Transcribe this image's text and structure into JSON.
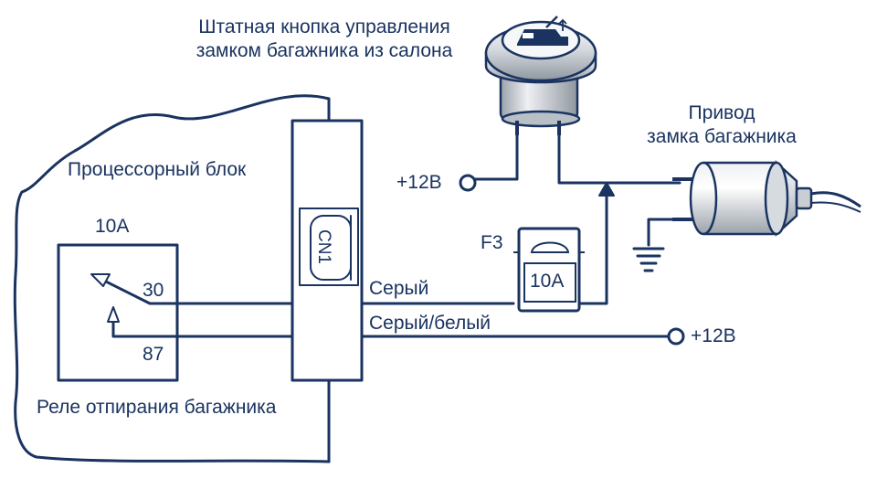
{
  "labels": {
    "button_title_line1": "Штатная кнопка управления",
    "button_title_line2": "замком багажника из салона",
    "actuator_title_line1": "Привод",
    "actuator_title_line2": "замка багажника",
    "processor_block": "Процессорный блок",
    "relay_rating": "10А",
    "pin_30": "30",
    "pin_87": "87",
    "relay_name": "Реле отпирания багажника",
    "connector": "CN1",
    "fuse_name": "F3",
    "fuse_rating": "10А",
    "wire_gray": "Серый",
    "wire_gray_white": "Серый/белый",
    "plus12_top": "+12В",
    "plus12_bottom": "+12В"
  },
  "colors": {
    "line": "#1a3360",
    "text": "#1a3360",
    "metal_light": "#f2f4f6",
    "metal_mid": "#c9ced4",
    "metal_dark": "#8d959e"
  }
}
